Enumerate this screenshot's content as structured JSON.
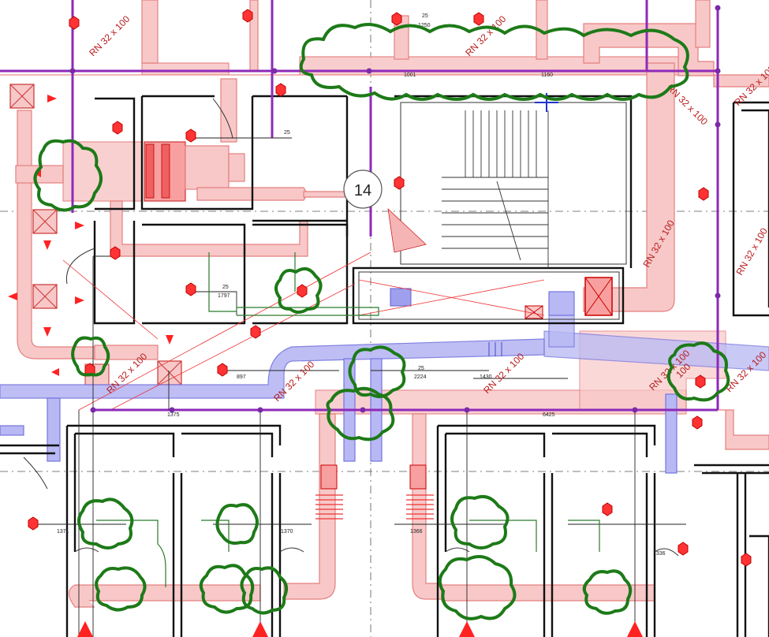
{
  "grid_marker": {
    "label": "14"
  },
  "duct_labels": {
    "main_top_left": "RN 32 x 100",
    "main_top_center": "RN 32 x 100",
    "right_vertical": "RN 32 x 100",
    "right_mid": "RN 32 x 100",
    "right_far": "RN 32 x 100",
    "corridor_center": "RN 32 x 100",
    "corridor_right_a": "RN 32 x 100",
    "corridor_right_b": "RN 32 x 100",
    "corridor_right_c": "100",
    "corridor_left_a": "RN 32 x 100",
    "corridor_left_b": "RN 32 x 100",
    "right_lower": "RN 32 x 100"
  },
  "dims": {
    "top_25a": "25",
    "top_1250": "1250",
    "pipe_25": "25",
    "pipe_1001": "1001",
    "pipe_1160": "1160",
    "room_25": "25",
    "room_1797": "1797",
    "room_2224": "2224",
    "room_1430": "1430",
    "room_6425": "6425",
    "room_1375": "1375",
    "room_897": "897",
    "lower_1371": "1371",
    "lower_1370": "1370",
    "lower_1366": "1366",
    "lower_1336": "1336",
    "mid_25": "25"
  },
  "colors": {
    "supply_duct": "#f8c8c8",
    "exhaust_duct": "#b8b8f4",
    "revision_cloud": "#1d7a18",
    "pipe": "#8e2ab8",
    "fitting": "#ff3333"
  }
}
